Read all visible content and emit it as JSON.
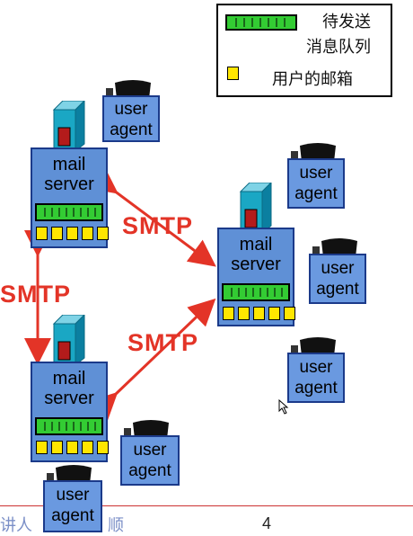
{
  "legend": {
    "queue_label_line1": "待发送",
    "queue_label_line2": "消息队列",
    "mailbox_label": "用户的邮箱"
  },
  "servers": [
    {
      "line1": "mail",
      "line2": "server"
    },
    {
      "line1": "mail",
      "line2": "server"
    },
    {
      "line1": "mail",
      "line2": "server"
    }
  ],
  "agents": [
    {
      "line1": "user",
      "line2": "agent"
    },
    {
      "line1": "user",
      "line2": "agent"
    },
    {
      "line1": "user",
      "line2": "agent"
    },
    {
      "line1": "user",
      "line2": "agent"
    },
    {
      "line1": "user",
      "line2": "agent"
    },
    {
      "line1": "user",
      "line2": "agent"
    }
  ],
  "protocol_labels": [
    "SMTP",
    "SMTP",
    "SMTP"
  ],
  "footer": {
    "left_text_a": "讲人",
    "left_text_b": "顺",
    "page_number": "4"
  },
  "colors": {
    "server_fill": "#5f90d6",
    "agent_fill": "#6a99e0",
    "queue_fill": "#33cc33",
    "mailbox_fill": "#ffe600",
    "arrow_color": "#e33427",
    "tower_color": "#1aa7c4"
  }
}
